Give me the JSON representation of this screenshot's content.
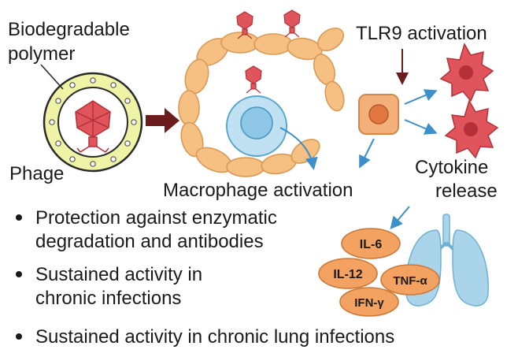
{
  "labels": {
    "polymer_line1": "Biodegradable",
    "polymer_line2": "polymer",
    "phage": "Phage",
    "tlr9": "TLR9 activation",
    "macrophage": "Macrophage activation",
    "cytokine_line1": "Cytokine",
    "cytokine_line2": "release"
  },
  "cytokines": [
    "IL-6",
    "IL-12",
    "TNF-α",
    "IFN-γ"
  ],
  "bullets": [
    {
      "lines": [
        "Protection against enzymatic",
        "degradation and antibodies"
      ]
    },
    {
      "lines": [
        "Sustained activity in",
        "chronic infections"
      ]
    },
    {
      "lines": [
        "Sustained activity in chronic lung infections"
      ]
    }
  ],
  "colors": {
    "polymer_fill": "#eef3a6",
    "phage_red": "#e0555c",
    "dark_arrow": "#6b1c1c",
    "blue_arrow": "#3d8fc9",
    "macrophage_orange": "#f5c081",
    "cell_blue": "#bfe1f2",
    "cytokine_orange": "#f4a261",
    "lung_blue": "#a9d4ea"
  }
}
